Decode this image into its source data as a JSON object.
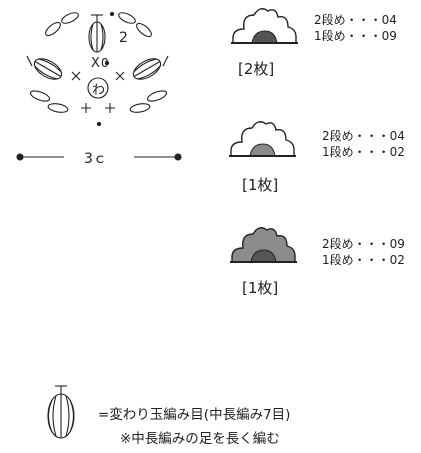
{
  "chart": {
    "label_ring": "わ",
    "label_row2": "2",
    "label_x": "X",
    "label_zero": "0",
    "length_label": "3ｃ"
  },
  "variants": [
    {
      "count": "[2枚]",
      "rows": [
        "2段め・・・04",
        "1段め・・・09"
      ],
      "colors": {
        "outer": "#ffffff",
        "inner": "#555555"
      }
    },
    {
      "count": "[1枚]",
      "rows": [
        "2段め・・・04",
        "1段め・・・02"
      ],
      "colors": {
        "outer": "#ffffff",
        "inner": "#8a8a8a"
      }
    },
    {
      "count": "[1枚]",
      "rows": [
        "2段め・・・09",
        "1段め・・・02"
      ],
      "colors": {
        "outer": "#8c8c8c",
        "inner": "#555555"
      }
    }
  ],
  "legend": {
    "line1": "=変わり玉編み目(中長編み7目)",
    "line2": "※中長編みの足を長く編む"
  }
}
